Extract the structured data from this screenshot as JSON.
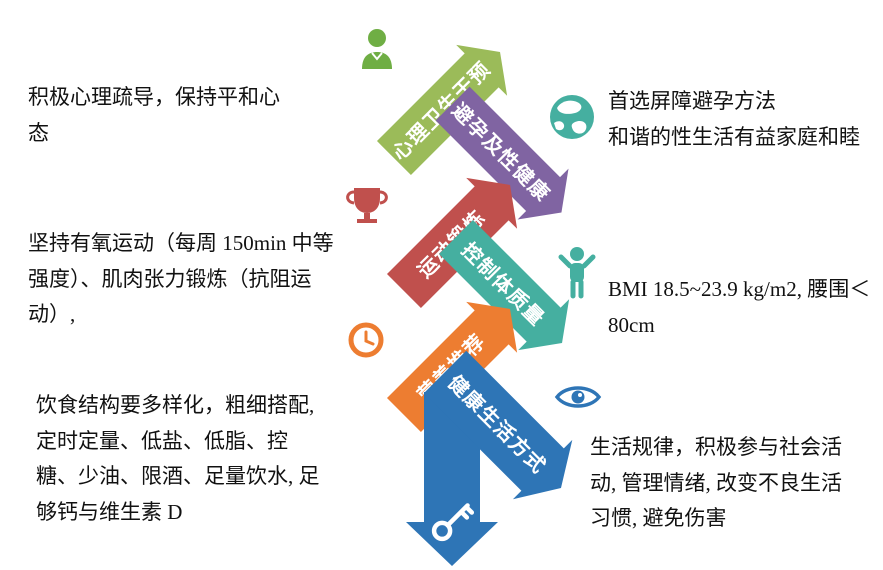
{
  "steps": [
    {
      "label": "心理卫生干预",
      "color": "#9BBB59",
      "icon": "person-bust-icon",
      "icon_color": "#6FAE44"
    },
    {
      "label": "避孕及性健康",
      "color": "#8064A2",
      "icon": "globe-icon",
      "icon_color": "#45AFA0"
    },
    {
      "label": "运动锻炼",
      "color": "#C0504D",
      "icon": "trophy-icon",
      "icon_color": "#C0504D"
    },
    {
      "label": "控制体质量",
      "color": "#45AFA0",
      "icon": "person-arms-up-icon",
      "icon_color": "#45AFA0"
    },
    {
      "label": "营养推荐",
      "color": "#ED7D31",
      "icon": "clock-icon",
      "icon_color": "#ED7D31"
    },
    {
      "label": "健康生活方式",
      "color": "#2E75B6",
      "icon": "eye-icon",
      "icon_color": "#2E75B6",
      "extra_icon": "key-icon",
      "extra_icon_color": "#FFFFFF"
    }
  ],
  "notes": {
    "psychology": {
      "text": "积极心理疏导，保持平和心态"
    },
    "contraception": {
      "text": "首选屏障避孕方法\n和谐的性生活有益家庭和睦"
    },
    "exercise": {
      "text": "坚持有氧运动（每周 150min 中等强度）、肌肉张力锻炼（抗阻运动）,"
    },
    "bmi": {
      "text": "BMI 18.5~23.9 kg/m2, 腰围＜80cm"
    },
    "diet": {
      "text": "饮食结构要多样化，粗细搭配, 定时定量、低盐、低脂、控糖、少油、限酒、足量饮水, 足够钙与维生素 D"
    },
    "lifestyle": {
      "text": "生活规律，积极参与社会活动, 管理情绪, 改变不良生活习惯, 避免伤害"
    }
  }
}
